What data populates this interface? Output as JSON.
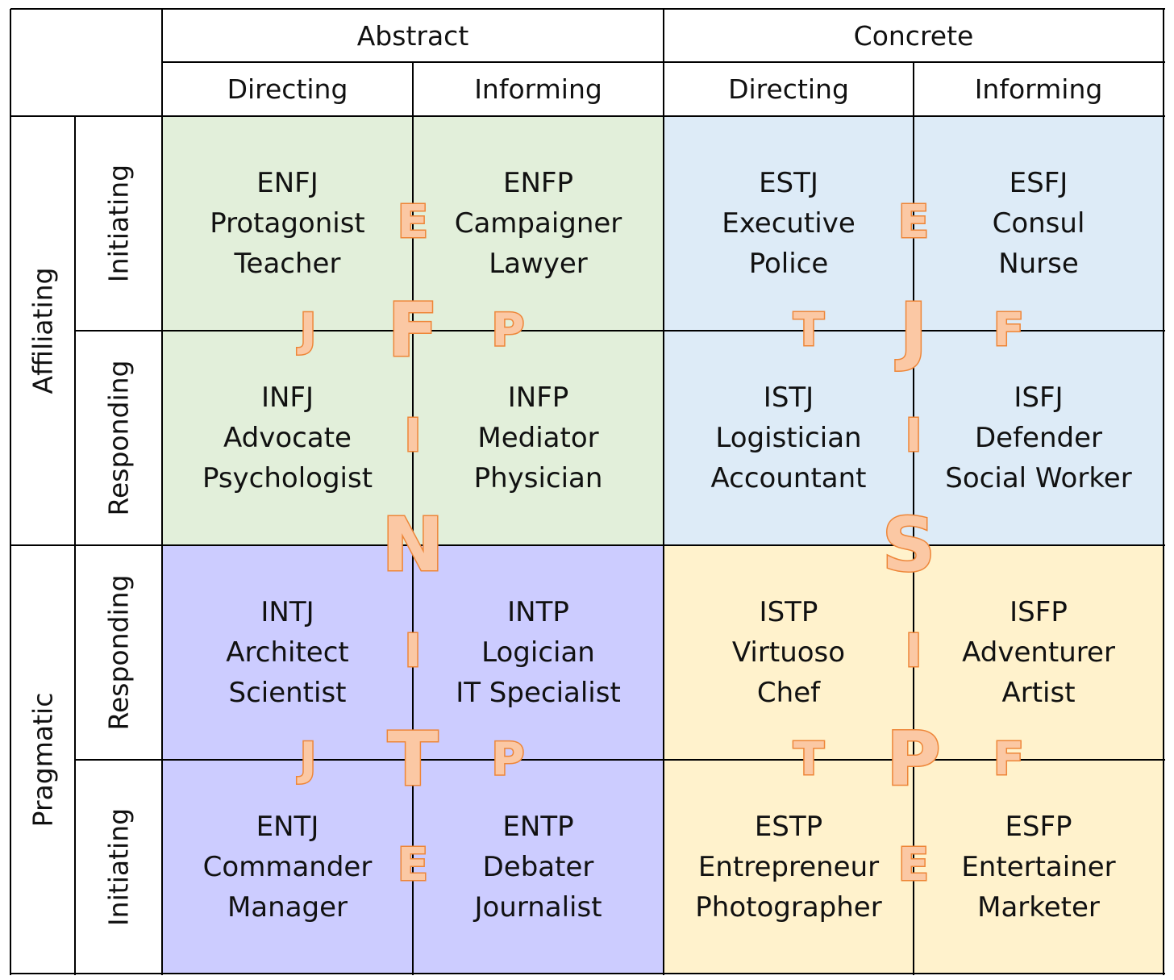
{
  "colors": {
    "border": "#000000",
    "green": "#e2efda",
    "blue": "#ddebf7",
    "purple": "#ccccff",
    "yellow": "#fff2cc",
    "letter_fill": "#fbc8a4",
    "letter_stroke": "#ee8638"
  },
  "header": {
    "top": [
      "Abstract",
      "Concrete"
    ],
    "sub": [
      "Directing",
      "Informing",
      "Directing",
      "Informing"
    ]
  },
  "side": {
    "outer": [
      "Affiliating",
      "Pragmatic"
    ],
    "inner": [
      "Initiating",
      "Responding",
      "Responding",
      "Initiating"
    ]
  },
  "grid": [
    [
      {
        "code": "ENFJ",
        "name": "Protagonist",
        "career": "Teacher"
      },
      {
        "code": "ENFP",
        "name": "Campaigner",
        "career": "Lawyer"
      },
      {
        "code": "ESTJ",
        "name": "Executive",
        "career": "Police"
      },
      {
        "code": "ESFJ",
        "name": "Consul",
        "career": "Nurse"
      }
    ],
    [
      {
        "code": "INFJ",
        "name": "Advocate",
        "career": "Psychologist"
      },
      {
        "code": "INFP",
        "name": "Mediator",
        "career": "Physician"
      },
      {
        "code": "ISTJ",
        "name": "Logistician",
        "career": "Accountant"
      },
      {
        "code": "ISFJ",
        "name": "Defender",
        "career": "Social Worker"
      }
    ],
    [
      {
        "code": "INTJ",
        "name": "Architect",
        "career": "Scientist"
      },
      {
        "code": "INTP",
        "name": "Logician",
        "career": "IT Specialist"
      },
      {
        "code": "ISTP",
        "name": "Virtuoso",
        "career": "Chef"
      },
      {
        "code": "ISFP",
        "name": "Adventurer",
        "career": "Artist"
      }
    ],
    [
      {
        "code": "ENTJ",
        "name": "Commander",
        "career": "Manager"
      },
      {
        "code": "ENTP",
        "name": "Debater",
        "career": "Journalist"
      },
      {
        "code": "ESTP",
        "name": "Entrepreneur",
        "career": "Photographer"
      },
      {
        "code": "ESFP",
        "name": "Entertainer",
        "career": "Marketer"
      }
    ]
  ],
  "quadrant_colors": [
    "green",
    "blue",
    "purple",
    "yellow"
  ],
  "overlay_letters": [
    {
      "letter": "E",
      "quadrant": 0,
      "role": "top",
      "size": "small"
    },
    {
      "letter": "J",
      "quadrant": 0,
      "role": "left",
      "size": "small"
    },
    {
      "letter": "F",
      "quadrant": 0,
      "role": "center",
      "size": "large"
    },
    {
      "letter": "P",
      "quadrant": 0,
      "role": "right",
      "size": "small"
    },
    {
      "letter": "I",
      "quadrant": 0,
      "role": "bottom",
      "size": "small"
    },
    {
      "letter": "E",
      "quadrant": 1,
      "role": "top",
      "size": "small"
    },
    {
      "letter": "T",
      "quadrant": 1,
      "role": "left",
      "size": "small"
    },
    {
      "letter": "J",
      "quadrant": 1,
      "role": "center",
      "size": "large"
    },
    {
      "letter": "F",
      "quadrant": 1,
      "role": "right",
      "size": "small"
    },
    {
      "letter": "I",
      "quadrant": 1,
      "role": "bottom",
      "size": "small"
    },
    {
      "letter": "I",
      "quadrant": 2,
      "role": "top",
      "size": "small"
    },
    {
      "letter": "J",
      "quadrant": 2,
      "role": "left",
      "size": "small"
    },
    {
      "letter": "T",
      "quadrant": 2,
      "role": "center",
      "size": "large"
    },
    {
      "letter": "P",
      "quadrant": 2,
      "role": "right",
      "size": "small"
    },
    {
      "letter": "E",
      "quadrant": 2,
      "role": "bottom",
      "size": "small"
    },
    {
      "letter": "I",
      "quadrant": 3,
      "role": "top",
      "size": "small"
    },
    {
      "letter": "T",
      "quadrant": 3,
      "role": "left",
      "size": "small"
    },
    {
      "letter": "P",
      "quadrant": 3,
      "role": "center",
      "size": "large"
    },
    {
      "letter": "F",
      "quadrant": 3,
      "role": "right",
      "size": "small"
    },
    {
      "letter": "E",
      "quadrant": 3,
      "role": "bottom",
      "size": "small"
    },
    {
      "letter": "N",
      "quadrant": -1,
      "role": "left-junction",
      "size": "large"
    },
    {
      "letter": "S",
      "quadrant": -1,
      "role": "right-junction",
      "size": "large"
    }
  ]
}
